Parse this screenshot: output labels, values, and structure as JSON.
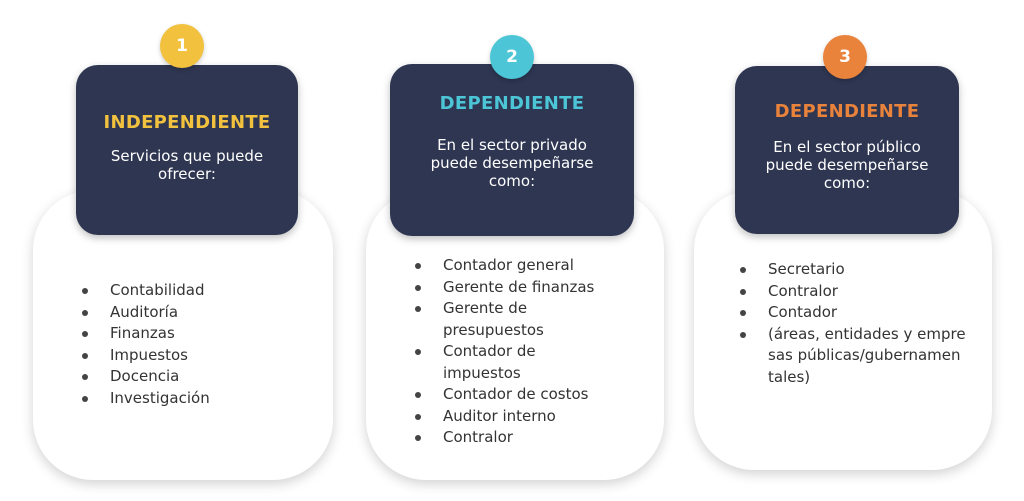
{
  "colors": {
    "navy": "#2e3652",
    "yellow": "#f2c23f",
    "cyan": "#4cc6d6",
    "orange": "#e9823b"
  },
  "columns": [
    {
      "number": "1",
      "title": "INDEPENDIENTE",
      "subtitle": "Servicios que puede ofrecer:",
      "items": [
        "Contabilidad",
        "Auditoría",
        "Finanzas",
        "Impuestos",
        "Docencia",
        "Investigación"
      ]
    },
    {
      "number": "2",
      "title": "DEPENDIENTE",
      "subtitle": "En el sector privado puede desempeñarse como:",
      "items": [
        "Contador general",
        "Gerente de finanzas",
        "Gerente de presupuestos",
        "Contador de impuestos",
        "Contador de costos",
        "Auditor interno",
        "Contralor"
      ]
    },
    {
      "number": "3",
      "title": "DEPENDIENTE",
      "subtitle": "En el sector público puede desempeñarse como:",
      "items": [
        "Secretario",
        "Contralor",
        "Contador",
        "(áreas, entidades y empresas públicas/gubernamen tales)"
      ]
    }
  ]
}
